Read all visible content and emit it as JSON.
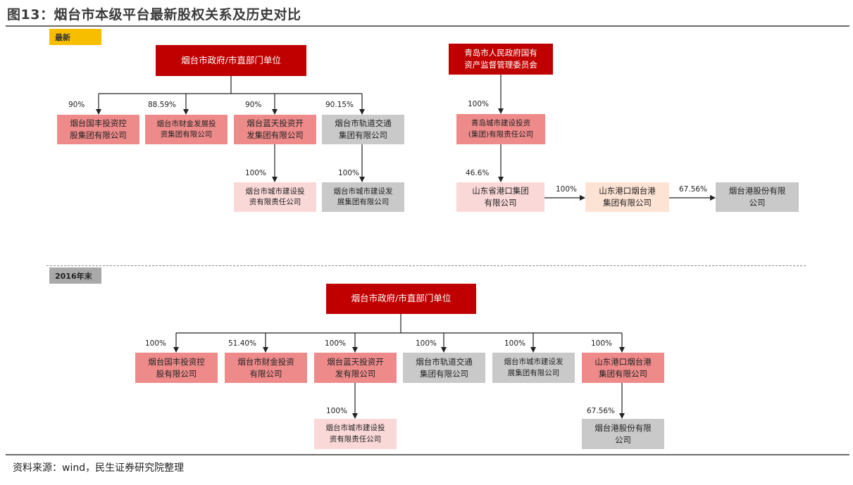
{
  "title": "图13：烟台市本级平台最新股权关系及历史对比",
  "source": "资料来源：wind，民生证券研究院整理",
  "tags": {
    "latest": "最新",
    "y2016": "2016年末"
  },
  "latest": {
    "gov": "烟台市政府/市直部门单位",
    "guofeng": "烟台国丰投资控\n股集团有限公司",
    "caijin": "烟台市财金发展投\n资集团有限公司",
    "lantian": "烟台蓝天投资开\n发集团有限公司",
    "guidao": "烟台市轨道交通\n集团有限公司",
    "chengjian": "烟台市城市建设投\n资有限责任公司",
    "jianshefazhan": "烟台市城市建设发\n展集团有限公司",
    "qd_sasac": "青岛市人民政府国有\n资产监督管理委员会",
    "qd_chengtou": "青岛城市建设投资\n(集团)有限责任公司",
    "sd_port": "山东省港口集团\n有限公司",
    "sd_yantai_port": "山东港口烟台港\n集团有限公司",
    "ytp_shares": "烟台港股份有限\n公司",
    "pct": {
      "guofeng": "90%",
      "caijin": "88.59%",
      "lantian": "90%",
      "guidao": "90.15%",
      "chengjian": "100%",
      "jianshefazhan": "100%",
      "qd_chengtou": "100%",
      "sd_port": "46.6%",
      "sd_yantai_port": "100%",
      "ytp_shares": "67.56%"
    }
  },
  "y2016": {
    "gov": "烟台市政府/市直部门单位",
    "guofeng": "烟台国丰投资控\n股有限公司",
    "caijin": "烟台市财金投资\n有限公司",
    "lantian": "烟台蓝天投资开\n发有限公司",
    "guidao": "烟台市轨道交通\n集团有限公司",
    "jianshefazhan": "烟台市城市建设发\n展集团有限公司",
    "sd_yantai_port": "山东港口烟台港\n集团有限公司",
    "chengjian": "烟台市城市建设投\n资有限责任公司",
    "ytp_shares": "烟台港股份有限\n公司",
    "pct": {
      "guofeng": "100%",
      "caijin": "51.40%",
      "lantian": "100%",
      "guidao": "100%",
      "jianshefazhan": "100%",
      "sd_yantai_port": "100%",
      "chengjian": "100%",
      "ytp_shares": "67.56%"
    }
  }
}
